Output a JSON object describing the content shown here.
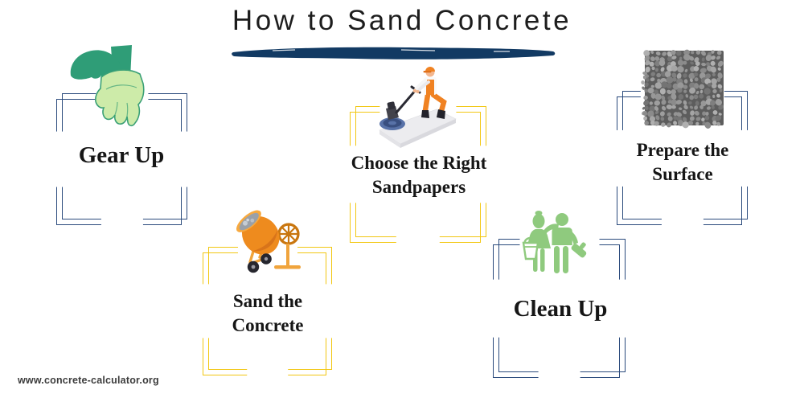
{
  "title": "How to Sand Concrete",
  "footer": {
    "website": "www.concrete-calculator.org"
  },
  "colors": {
    "navy_frame": "#2a4a7c",
    "navy_brush": "#123a63",
    "yellow_frame": "#f2c712",
    "title_text": "#1d1d1d",
    "label_text": "#161616",
    "footer_text": "#3c3c3c",
    "glove_dark_green": "#2f9d77",
    "glove_light_green": "#cdeba9",
    "glove_outline_green": "#3aa076",
    "people_green": "#8fca7e",
    "mixer_orange": "#ee8b1e",
    "mixer_stand_orange": "#f0a43c",
    "worker_orange": "#f08222",
    "concrete_gray": "#5d5d5d"
  },
  "steps": [
    {
      "label": "Gear Up",
      "icon": "gloves-icon"
    },
    {
      "label": "Choose the Right Sandpapers",
      "label_lines": [
        "Choose the Right",
        "Sandpapers"
      ],
      "icon": "worker-sanding-icon"
    },
    {
      "label": "Prepare the Surface",
      "label_lines": [
        "Prepare the",
        "Surface"
      ],
      "icon": "concrete-texture-image"
    },
    {
      "label": "Sand the Concrete",
      "label_lines": [
        "Sand the",
        "Concrete"
      ],
      "icon": "concrete-mixer-icon"
    },
    {
      "label": "Clean Up",
      "icon": "cleaning-people-icon"
    }
  ]
}
